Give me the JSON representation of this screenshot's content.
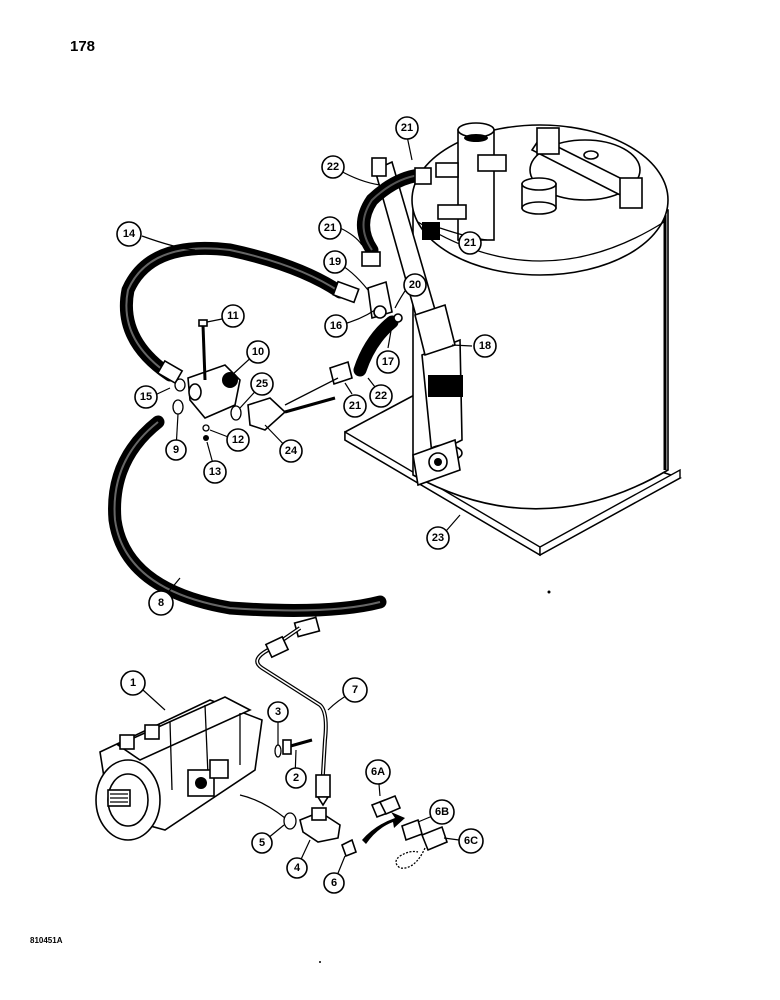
{
  "page": {
    "number": "178",
    "figure_code": "810451A"
  },
  "callouts": {
    "c1": "1",
    "c2": "2",
    "c3": "3",
    "c4": "4",
    "c5": "5",
    "c6": "6",
    "c6a": "6A",
    "c6b": "6B",
    "c6c": "6C",
    "c7": "7",
    "c8": "8",
    "c9": "9",
    "c10": "10",
    "c11": "11",
    "c12": "12",
    "c13": "13",
    "c14": "14",
    "c15": "15",
    "c16": "16",
    "c17": "17",
    "c18": "18",
    "c19": "19",
    "c20": "20",
    "c21a": "21",
    "c21b": "21",
    "c21c": "21",
    "c21d": "21",
    "c22a": "22",
    "c22b": "22",
    "c23": "23",
    "c24": "24",
    "c25": "25"
  }
}
